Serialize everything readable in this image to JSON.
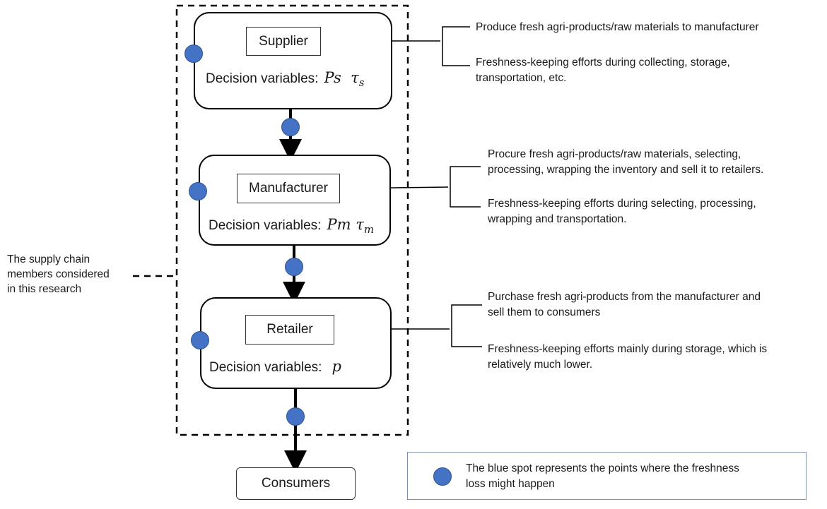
{
  "nodes": {
    "supplier": {
      "label": "Supplier",
      "decision_label": "Decision variables:",
      "var_main": "Ps",
      "var_tau": "τ",
      "var_sub": "s"
    },
    "manufacturer": {
      "label": "Manufacturer",
      "decision_label": "Decision variables:",
      "var_main": "Pm",
      "var_tau": "τ",
      "var_sub": "m"
    },
    "retailer": {
      "label": "Retailer",
      "decision_label": "Decision variables:",
      "var_main": "p"
    },
    "consumers": {
      "label": "Consumers"
    }
  },
  "descriptions": {
    "supplier": {
      "line1": "Produce fresh agri-products/raw materials to manufacturer",
      "line2a": "Freshness-keeping efforts during collecting, storage,",
      "line2b": "transportation, etc."
    },
    "manufacturer": {
      "line1a": "Procure fresh agri-products/raw materials, selecting,",
      "line1b": "processing,   wrapping the inventory and sell it to retailers.",
      "line2a": "Freshness-keeping efforts during selecting, processing,",
      "line2b": "wrapping and transportation."
    },
    "retailer": {
      "line1a": "Purchase fresh agri-products from the manufacturer and",
      "line1b": "sell them to consumers",
      "line2a": "Freshness-keeping efforts mainly during storage, which is",
      "line2b": "relatively much lower."
    }
  },
  "side_note": {
    "line1": "The supply chain",
    "line2": "members considered",
    "line3": "in this research"
  },
  "legend": {
    "line1": "The blue spot represents the points where the freshness",
    "line2": "loss might happen"
  },
  "colors": {
    "dot_fill": "#4472c4",
    "dot_border": "#2f5597",
    "legend_border": "#7f8fa6"
  }
}
